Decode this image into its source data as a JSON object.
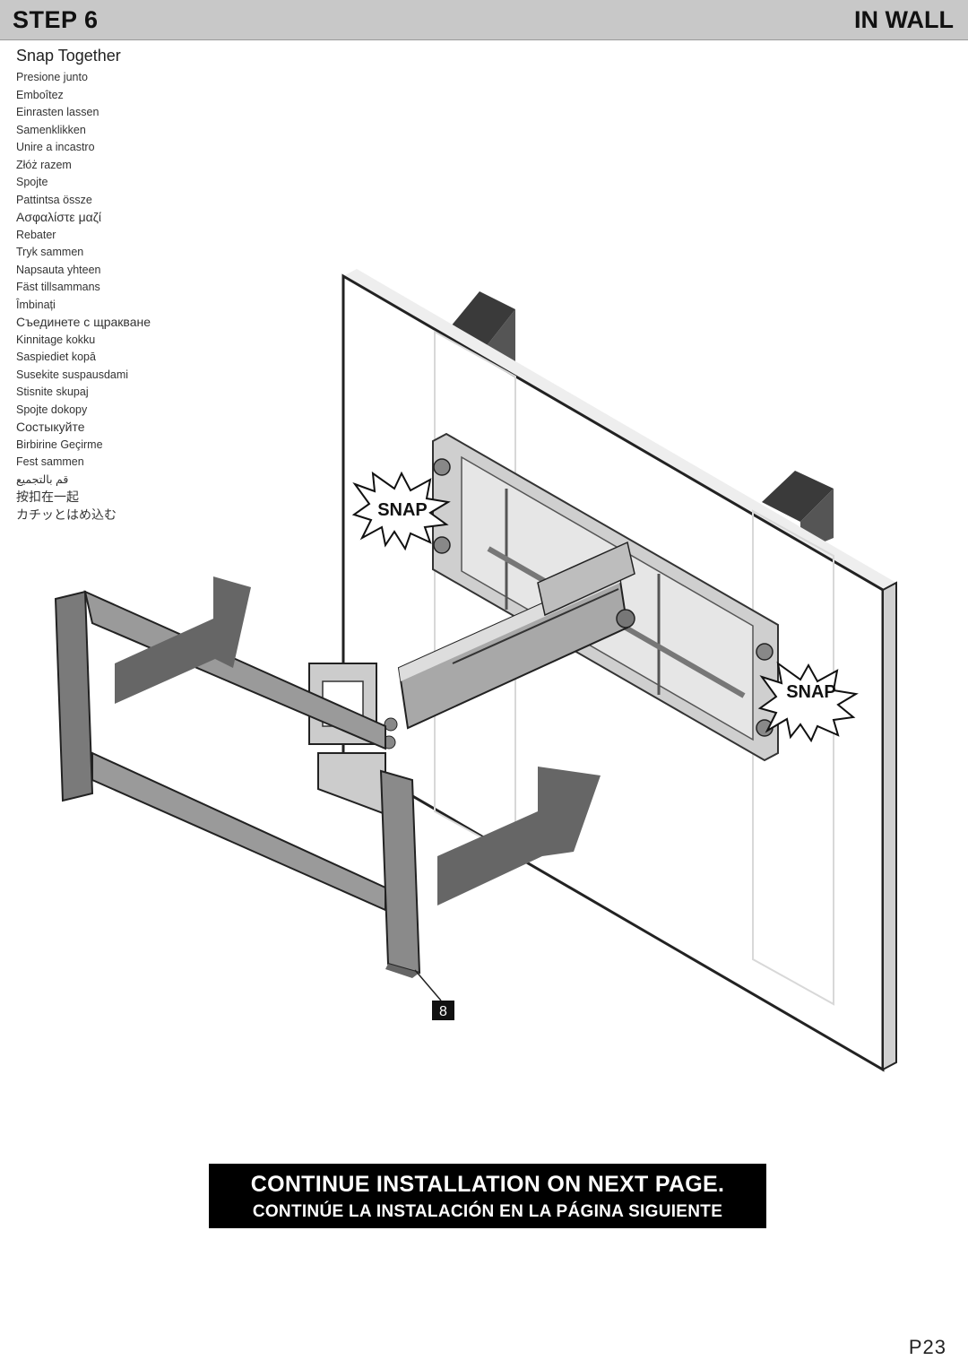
{
  "header": {
    "step": "STEP 6",
    "section": "IN WALL"
  },
  "title": "Snap Together",
  "translations": [
    "Presione junto",
    "Emboîtez",
    "Einrasten lassen",
    "Samenklikken",
    "Unire a incastro",
    "Złóż razem",
    "Spojte",
    "Pattintsa össze",
    "Ασφαλίστε μαζί",
    "Rebater",
    "Tryk sammen",
    "Napsauta yhteen",
    "Fäst tillsammans",
    "Îmbinați",
    "Съединете с щракване",
    "Kinnitage kokku",
    "Saspiediet kopā",
    "Susekite suspausdami",
    "Stisnite skupaj",
    "Spojte dokopy",
    "Состыкуйте",
    "Birbirine Geçirme",
    "Fest sammen",
    "قم بالتجميع",
    "按扣在一起",
    "カチッとはめ込む"
  ],
  "illustration": {
    "snap_labels": [
      "SNAP",
      "SNAP"
    ],
    "part_number": "8"
  },
  "banner": {
    "english": "CONTINUE INSTALLATION ON NEXT PAGE.",
    "spanish": "CONTINÚE LA INSTALACIÓN EN LA PÁGINA SIGUIENTE"
  },
  "page_number": "P23"
}
